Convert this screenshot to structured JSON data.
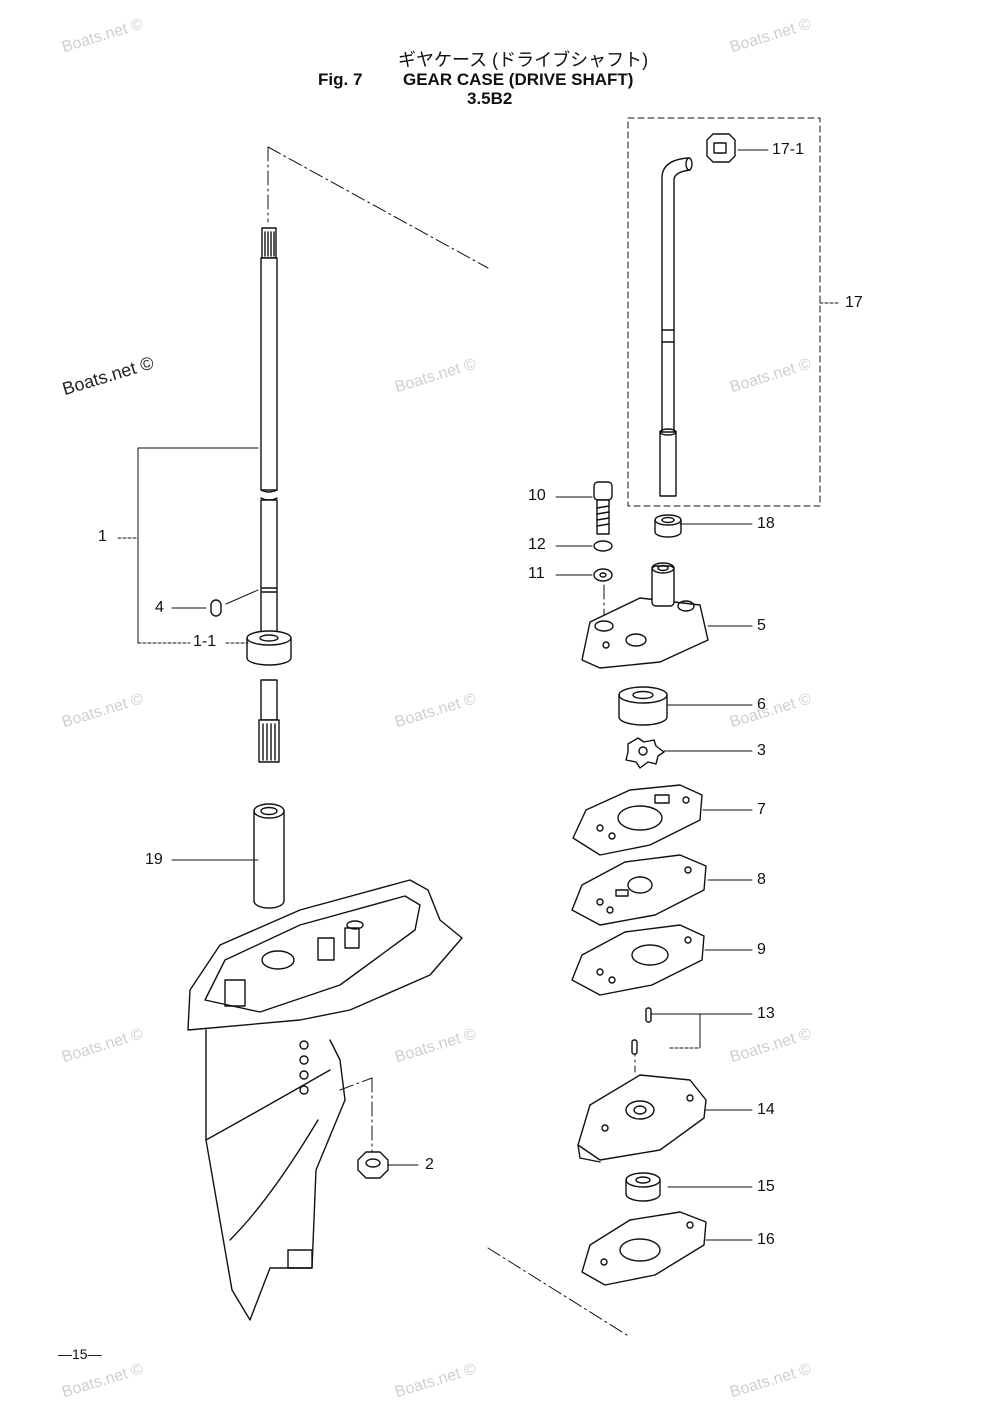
{
  "header": {
    "title_jp": "ギヤケース (ドライブシャフト)",
    "fig_label": "Fig. 7",
    "title_en": "GEAR CASE (DRIVE SHAFT)",
    "model": "3.5B2"
  },
  "callouts": {
    "c1": "1",
    "c1_1": "1-1",
    "c2": "2",
    "c3": "3",
    "c4": "4",
    "c5": "5",
    "c6": "6",
    "c7": "7",
    "c8": "8",
    "c9": "9",
    "c10": "10",
    "c11": "11",
    "c12": "12",
    "c13": "13",
    "c14": "14",
    "c15": "15",
    "c16": "16",
    "c17": "17",
    "c17_1": "17-1",
    "c18": "18",
    "c19": "19"
  },
  "watermark": "Boats.net ©",
  "page_number": "—15—"
}
